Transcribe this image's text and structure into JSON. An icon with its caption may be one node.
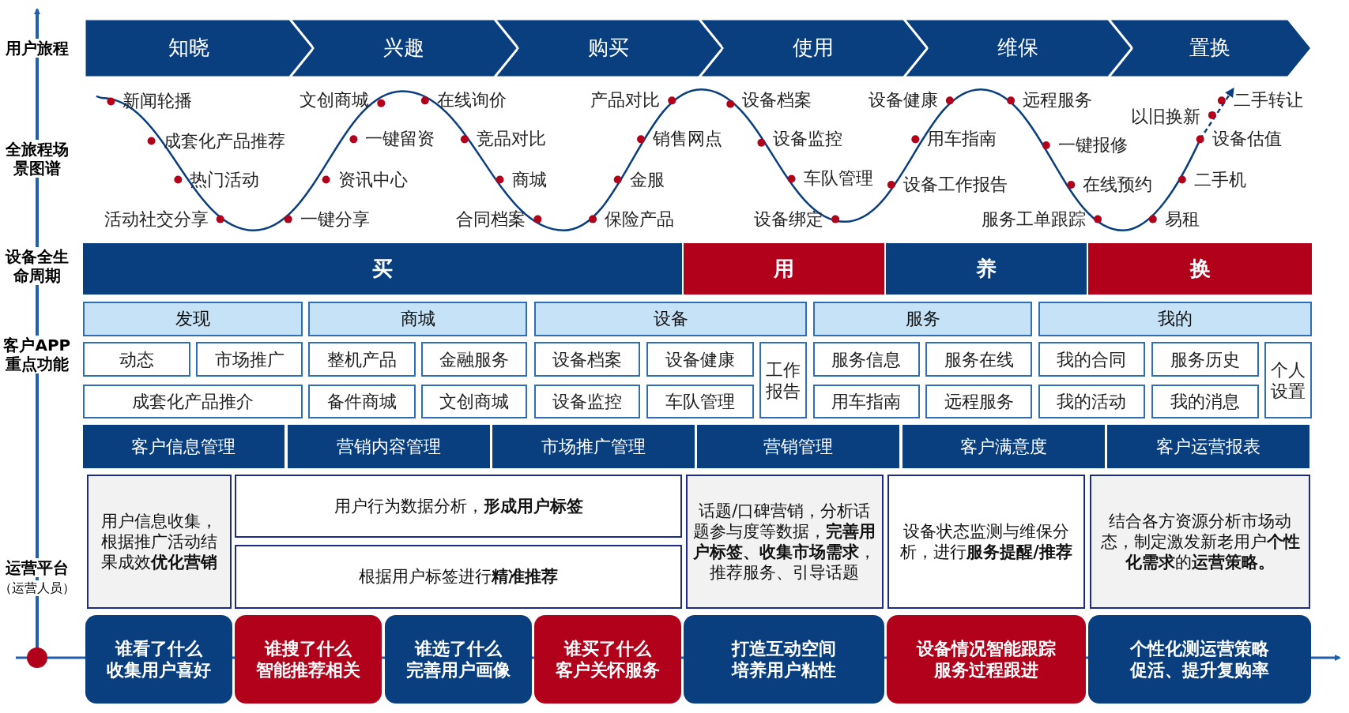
{
  "diagram": {
    "nodes": [
      {
        "text": [
          "知晓"
        ]
      },
      {
        "text": [
          "兴趣"
        ]
      },
      {
        "text": [
          "购买"
        ]
      },
      {
        "text": [
          "使用"
        ]
      },
      {
        "text": [
          "维保"
        ]
      },
      {
        "text": [
          "置换"
        ]
      },
      {
        "text": [
          "买"
        ]
      },
      {
        "text": [
          "用"
        ]
      },
      {
        "text": [
          "养"
        ]
      },
      {
        "text": [
          "换"
        ]
      },
      {
        "text": [
          "发现"
        ]
      },
      {
        "text": [
          "商城"
        ]
      },
      {
        "text": [
          "设备"
        ]
      },
      {
        "text": [
          "服务"
        ]
      },
      {
        "text": [
          "我的"
        ]
      },
      {
        "text": [
          "动态"
        ]
      },
      {
        "text": [
          "市场推广"
        ]
      },
      {
        "text": [
          "成套化产品推介"
        ]
      },
      {
        "text": [
          "整机产品"
        ]
      },
      {
        "text": [
          "金融服务"
        ]
      },
      {
        "text": [
          "备件商城"
        ]
      },
      {
        "text": [
          "文创商城"
        ]
      },
      {
        "text": [
          "设备档案"
        ]
      },
      {
        "text": [
          "设备健康"
        ]
      },
      {
        "text": [
          "工作报告"
        ]
      },
      {
        "text": [
          "设备监控"
        ]
      },
      {
        "text": [
          "车队管理"
        ]
      },
      {
        "text": [
          "服务信息"
        ]
      },
      {
        "text": [
          "服务在线"
        ]
      },
      {
        "text": [
          "用车指南"
        ]
      },
      {
        "text": [
          "远程服务"
        ]
      },
      {
        "text": [
          "我的合同"
        ]
      },
      {
        "text": [
          "服务历史"
        ]
      },
      {
        "text": [
          "个人设置"
        ]
      },
      {
        "text": [
          "我的活动"
        ]
      },
      {
        "text": [
          "我的消息"
        ]
      },
      {
        "text": [
          "客户信息管理"
        ]
      },
      {
        "text": [
          "营销内容管理"
        ]
      },
      {
        "text": [
          "市场推广管理"
        ]
      },
      {
        "text": [
          "营销管理"
        ]
      },
      {
        "text": [
          "客户满意度"
        ]
      },
      {
        "text": [
          "客户运营报表"
        ]
      },
      {
        "text": [
          "用户信息收集，根据推广活动结果成效**优化营销**"
        ]
      },
      {
        "text": [
          "用户行为数据分析，**形成用户标签**"
        ]
      },
      {
        "text": [
          "根据用户标签进行**精准推荐**"
        ]
      },
      {
        "text": [
          "话题/口碑营销，分析话题参与度等数据，**完善用户标签、收集市场需求**，推荐服务、引导话题"
        ]
      },
      {
        "text": [
          "设备状态监测与维保分析，进行**服务提醒/推荐**"
        ]
      },
      {
        "text": [
          "结合各方资源分析市场动态，制定激发新老用户**个性化需求**的**运营策略。**"
        ]
      },
      {
        "text": [
          "谁看了什么",
          "收集用户喜好"
        ]
      },
      {
        "text": [
          "谁搜了什么",
          "智能推荐相关"
        ]
      },
      {
        "text": [
          "谁选了什么",
          "完善用户画像"
        ]
      },
      {
        "text": [
          "谁买了什么",
          "客户关怀服务"
        ]
      },
      {
        "text": [
          "打造互动空间",
          "培养用户粘性"
        ]
      },
      {
        "text": [
          "设备情况智能跟踪",
          "服务过程跟进"
        ]
      },
      {
        "text": [
          "个性化测运营策略",
          "促活、提升复购率"
        ]
      }
    ],
    "labels": [
      "用户旅程",
      "全旅程场景图谱",
      "新闻轮播",
      "成套化产品推荐",
      "热门活动",
      "活动社交分享",
      "一键分享",
      "资讯中心",
      "一键留资",
      "文创商城",
      "在线询价",
      "竞品对比",
      "商城",
      "合同档案",
      "保险产品",
      "金服",
      "销售网点",
      "产品对比",
      "设备档案",
      "设备监控",
      "车队管理",
      "设备绑定",
      "设备工作报告",
      "用车指南",
      "设备健康",
      "远程服务",
      "一键报修",
      "在线预约",
      "服务工单跟踪",
      "易租",
      "二手机",
      "设备估值",
      "以旧换新",
      "二手转让",
      "设备全生命周期",
      "客户APP重点功能",
      "运营平台",
      "（运营人员）"
    ]
  }
}
